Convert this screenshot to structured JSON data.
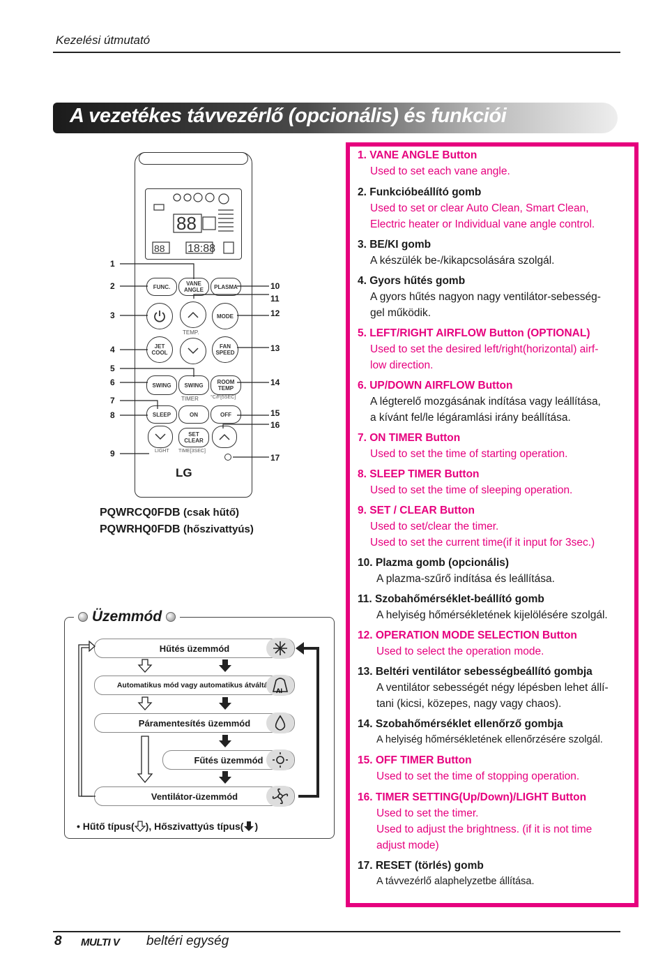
{
  "header": {
    "title": "Kezelési útmutató"
  },
  "banner": {
    "title": "A vezetékes távvezérlő (opcionális) és funkciói"
  },
  "remote": {
    "buttons": {
      "func": "FUNC.",
      "vane1": "VANE",
      "vane2": "ANGLE",
      "plasma": "PLASMA",
      "mode": "MODE",
      "temp": "TEMP.",
      "jet1": "JET",
      "jet2": "COOL",
      "fan1": "FAN",
      "fan2": "SPEED",
      "swing_a": "SWING",
      "swing_b": "SWING",
      "room1": "ROOM",
      "room2": "TEMP",
      "cf": "°C/F[5SEC]",
      "timer": "TIMER",
      "sleep": "SLEEP",
      "on": "ON",
      "off": "OFF",
      "set1": "SET",
      "set2": "CLEAR",
      "light": "LIGHT",
      "time": "TIME[3SEC]",
      "brand": "LG"
    },
    "callouts_left": [
      "1",
      "2",
      "3",
      "4",
      "5",
      "6",
      "7",
      "8",
      "9"
    ],
    "callouts_right": [
      "10",
      "11",
      "12",
      "13",
      "14",
      "15",
      "16",
      "17"
    ]
  },
  "models": {
    "line1_code": "PQWRCQ0FDB",
    "line1_note": "(csak hűtő)",
    "line2_code": "PQWRHQ0FDB",
    "line2_note": "(hőszivattyús)"
  },
  "functions": [
    {
      "title": "1. VANE ANGLE Button",
      "desc": [
        "Used to set each vane angle."
      ],
      "pink": true
    },
    {
      "title": "2. Funkcióbeállító gomb",
      "desc": [
        "Used to set or clear Auto Clean, Smart Clean,",
        "Electric heater or Individual vane angle control."
      ],
      "pink": false,
      "desc_pink": true
    },
    {
      "title": "3.  BE/KI gomb",
      "desc": [
        " A készülék be-/kikapcsolására szolgál."
      ],
      "pink": false
    },
    {
      "title": "4. Gyors hűtés gomb",
      "desc": [
        "A gyors hűtés nagyon nagy ventilátor-sebesség-",
        "gel működik."
      ],
      "pink": false
    },
    {
      "title": "5. LEFT/RIGHT AIRFLOW Button (OPTIONAL)",
      "desc": [
        "Used to set the desired left/right(horizontal) airf-",
        "low direction."
      ],
      "pink": true
    },
    {
      "title": "6. UP/DOWN AIRFLOW Button",
      "desc": [
        "A légterelő mozgásának indítása vagy leállítása,",
        "a kívánt fel/le légáramlási irány beállítása."
      ],
      "pink": true,
      "desc_pink": false
    },
    {
      "title": "7. ON TIMER Button",
      "desc": [
        "Used to set the time of starting operation."
      ],
      "pink": true
    },
    {
      "title": "8. SLEEP TIMER Button",
      "desc": [
        "Used to set the time of sleeping operation."
      ],
      "pink": true
    },
    {
      "title": "9. SET / CLEAR Button",
      "desc": [
        "Used to set/clear the timer.",
        "Used to set the current time(if it input for 3sec.)"
      ],
      "pink": true
    },
    {
      "title": "10. Plazma gomb (opcionális)",
      "desc": [
        "A plazma-szűrő indítása és leállítása."
      ],
      "pink": false
    },
    {
      "title": "11. Szobahőmérséklet-beállító gomb",
      "desc": [
        "A helyiség hőmérsékletének kijelölésére szolgál."
      ],
      "pink": false
    },
    {
      "title": "12. OPERATION MODE SELECTION Button",
      "desc": [
        "Used to select the operation mode."
      ],
      "pink": true
    },
    {
      "title": "13. Beltéri ventilátor sebességbeállító gombja",
      "desc": [
        "A ventilátor sebességét négy lépésben lehet állí-",
        "tani (kicsi, közepes, nagy vagy chaos)."
      ],
      "pink": false
    },
    {
      "title": "14. Szobahőmérséklet ellenőrző gombja",
      "desc": [
        "A helyiség hőmérsékletének ellenőrzésére szolgál."
      ],
      "pink": false
    },
    {
      "title": "15. OFF TIMER Button",
      "desc": [
        "Used to set the time of stopping operation."
      ],
      "pink": true
    },
    {
      "title": "16. TIMER SETTING(Up/Down)/LIGHT Button",
      "desc": [
        "Used to set the timer.",
        "Used to adjust the brightness. (if it is not time",
        "adjust mode)"
      ],
      "pink": true
    },
    {
      "title": "17. RESET (törlés) gomb",
      "desc": [
        "A távvezérlő alaphelyzetbe állítása."
      ],
      "pink": false
    }
  ],
  "modes": {
    "title": "Üzemmód",
    "items": [
      "Hűtés üzemmód",
      "Automatikus mód vagy automatikus átváltás",
      "Páramentesítés üzemmód",
      "Fűtés üzemmód",
      "Ventilátor-üzemmód"
    ],
    "icons": [
      "snowflake-icon",
      "ai-icon",
      "droplet-icon",
      "sun-icon",
      "fan-icon"
    ],
    "note_a": "• Hűtő típus(",
    "note_b": "), Hőszivattyús típus(",
    "note_c": ")"
  },
  "footer": {
    "page": "8",
    "brand": "MULTI V",
    "text": "beltéri egység"
  },
  "colors": {
    "accent": "#e6007e"
  }
}
